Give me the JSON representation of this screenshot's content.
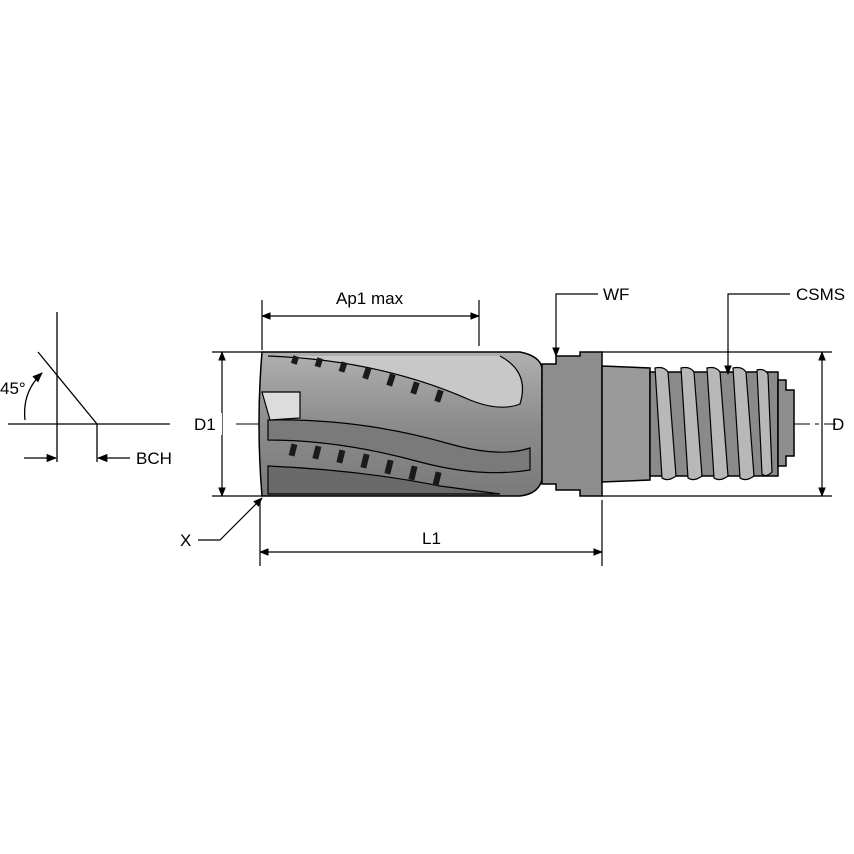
{
  "labels": {
    "ap1_max": "Ap1 max",
    "wf": "WF",
    "csms": "CSMS",
    "d1": "D1",
    "d": "D",
    "l1": "L1",
    "x": "X",
    "bch": "BCH",
    "angle": "45°"
  },
  "colors": {
    "tool_body": "#9a9a9a",
    "tool_dark": "#6e6e6e",
    "tool_light": "#c4c4c4",
    "line": "#000000"
  }
}
